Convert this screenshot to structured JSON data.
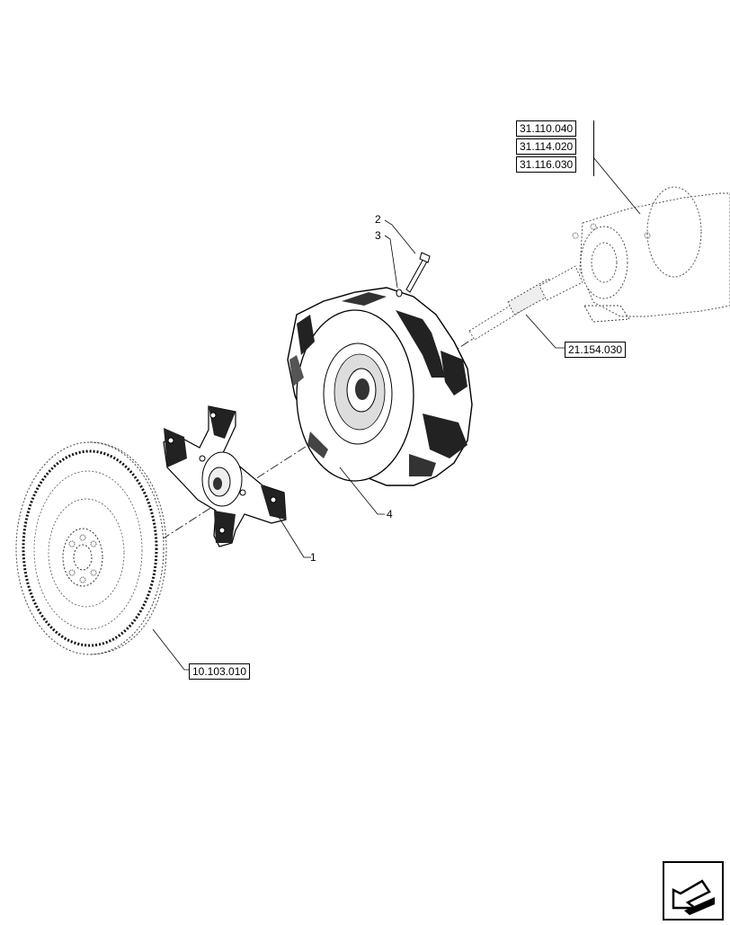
{
  "diagram": {
    "references": {
      "flywheel": "10.103.010",
      "input_shaft": "21.154.030",
      "transmission_group": [
        "31.110.040",
        "31.114.020",
        "31.116.030"
      ]
    },
    "callouts": {
      "disc": "1",
      "bolt": "2",
      "washer": "3",
      "clutch_cover": "4"
    }
  },
  "navigation": {
    "icon": "back-arrow-icon"
  }
}
